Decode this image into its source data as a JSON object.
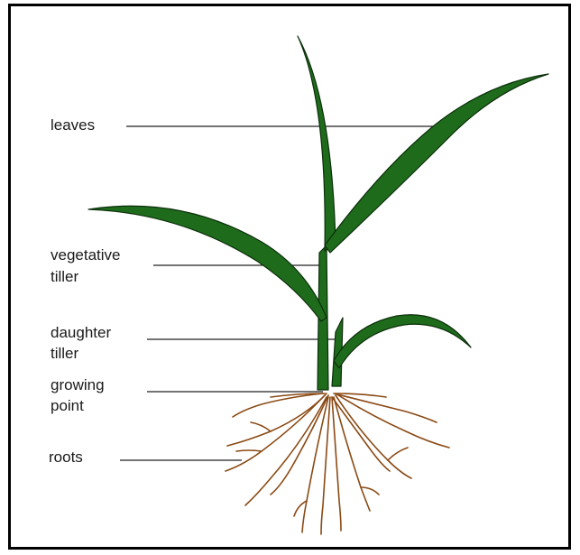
{
  "diagram": {
    "labels": {
      "leaves": "leaves",
      "vegetative_tiller_line1": "vegetative",
      "vegetative_tiller_line2": "tiller",
      "daughter_tiller_line1": "daughter",
      "daughter_tiller_line2": "tiller",
      "growing_point_line1": "growing",
      "growing_point_line2": "point",
      "roots": "roots"
    },
    "colors": {
      "leaf": "#1f6b1c",
      "leaf_outline": "#0b2f0a",
      "root": "#8a4a14",
      "frame": "#000000",
      "text": "#1a1a1a"
    }
  }
}
